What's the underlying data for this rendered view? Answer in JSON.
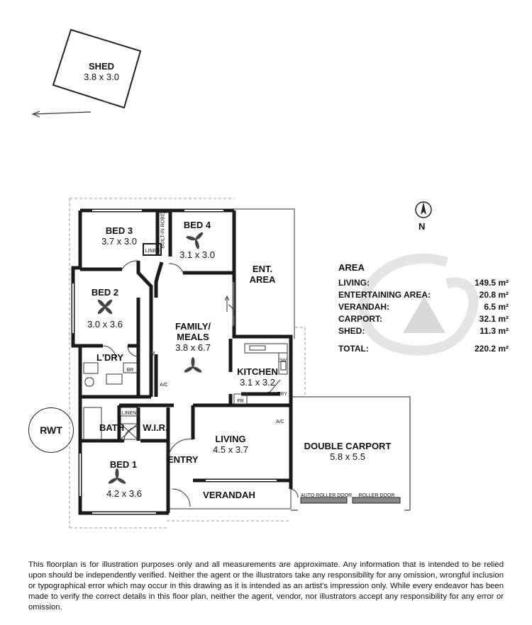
{
  "rooms": {
    "shed": {
      "name": "SHED",
      "size": "3.8 x 3.0"
    },
    "bed3": {
      "name": "BED 3",
      "size": "3.7 x 3.0"
    },
    "bed4": {
      "name": "BED 4",
      "size": "3.1 x 3.0"
    },
    "bed2": {
      "name": "BED 2",
      "size": "3.0 x 3.6"
    },
    "family": {
      "name": "FAMILY/",
      "name2": "MEALS",
      "size": "3.8 x 6.7"
    },
    "ent_area": {
      "name": "ENT.",
      "name2": "AREA"
    },
    "kitchen": {
      "name": "KITCHEN",
      "size": "3.1 x 3.2"
    },
    "laundry": {
      "name": "L'DRY"
    },
    "bath": {
      "name": "BATH"
    },
    "wir": {
      "name": "W.I.R."
    },
    "living": {
      "name": "LIVING",
      "size": "4.5 x 3.7"
    },
    "bed1": {
      "name": "BED 1",
      "size": "4.2 x 3.6"
    },
    "entry": {
      "name": "ENTRY"
    },
    "verandah": {
      "name": "VERANDAH"
    },
    "carport": {
      "name": "DOUBLE CARPORT",
      "size": "5.8 x 5.5"
    }
  },
  "small_labels": {
    "linen_top": "LINEN",
    "built_in_robe": "BUILT-IN ROBE",
    "linen_bath": "LINEN",
    "br": "BR",
    "dw": "DW",
    "fr": "FR",
    "pantry": "PANTRY",
    "ac_family": "A/C",
    "ac_living": "A/C",
    "auto_roller_door": "AUTO ROLLER DOOR",
    "roller_door": "ROLLER DOOR"
  },
  "rwt": "RWT",
  "compass": {
    "label": "N"
  },
  "area": {
    "title": "AREA",
    "rows": [
      {
        "label": "LIVING:",
        "value": "149.5 m²"
      },
      {
        "label": "ENTERTAINING AREA:",
        "value": "20.8 m²"
      },
      {
        "label": "VERANDAH:",
        "value": "6.5 m²"
      },
      {
        "label": "CARPORT:",
        "value": "32.1 m²"
      },
      {
        "label": "SHED:",
        "value": "11.3 m²"
      }
    ],
    "total": {
      "label": "TOTAL:",
      "value": "220.2 m²"
    }
  },
  "disclaimer": "This floorplan is for illustration purposes only and all measurements are approximate. Any information that is intended to be relied upon should be independently verified. Neither the agent or the illustrators take any responsibility for any omission, wrongful inclusion or typographical error which may occur in this drawing as it is intended as an artist's impression only. While every endeavor has been made to verify the correct details in this floor plan, neither the agent, vendor, nor illustrators accept any responsibility for any error or omission.",
  "colors": {
    "wall": "#1a1a1a",
    "light": "#888888",
    "watermark": "#e2e2e2"
  },
  "icons": [
    "ceiling-fan-icon",
    "compass-icon",
    "arrow-left-icon",
    "watermark-logo"
  ]
}
